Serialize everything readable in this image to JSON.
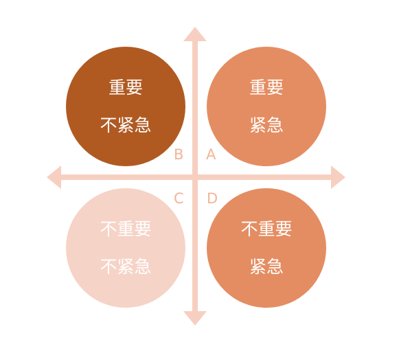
{
  "colors": {
    "axis": "#f7cfc0",
    "letters": "#f2b59a",
    "quadrant_a": "#e48d62",
    "quadrant_b": "#b05a22",
    "quadrant_c": "#f6d3c7",
    "quadrant_d": "#e48d62"
  },
  "quadrants": {
    "a": {
      "letter": "A",
      "line1": "重要",
      "line2": "紧急"
    },
    "b": {
      "letter": "B",
      "line1": "重要",
      "line2": "不紧急"
    },
    "c": {
      "letter": "C",
      "line1": "不重要",
      "line2": "不紧急"
    },
    "d": {
      "letter": "D",
      "line1": "不重要",
      "line2": "紧急"
    }
  }
}
